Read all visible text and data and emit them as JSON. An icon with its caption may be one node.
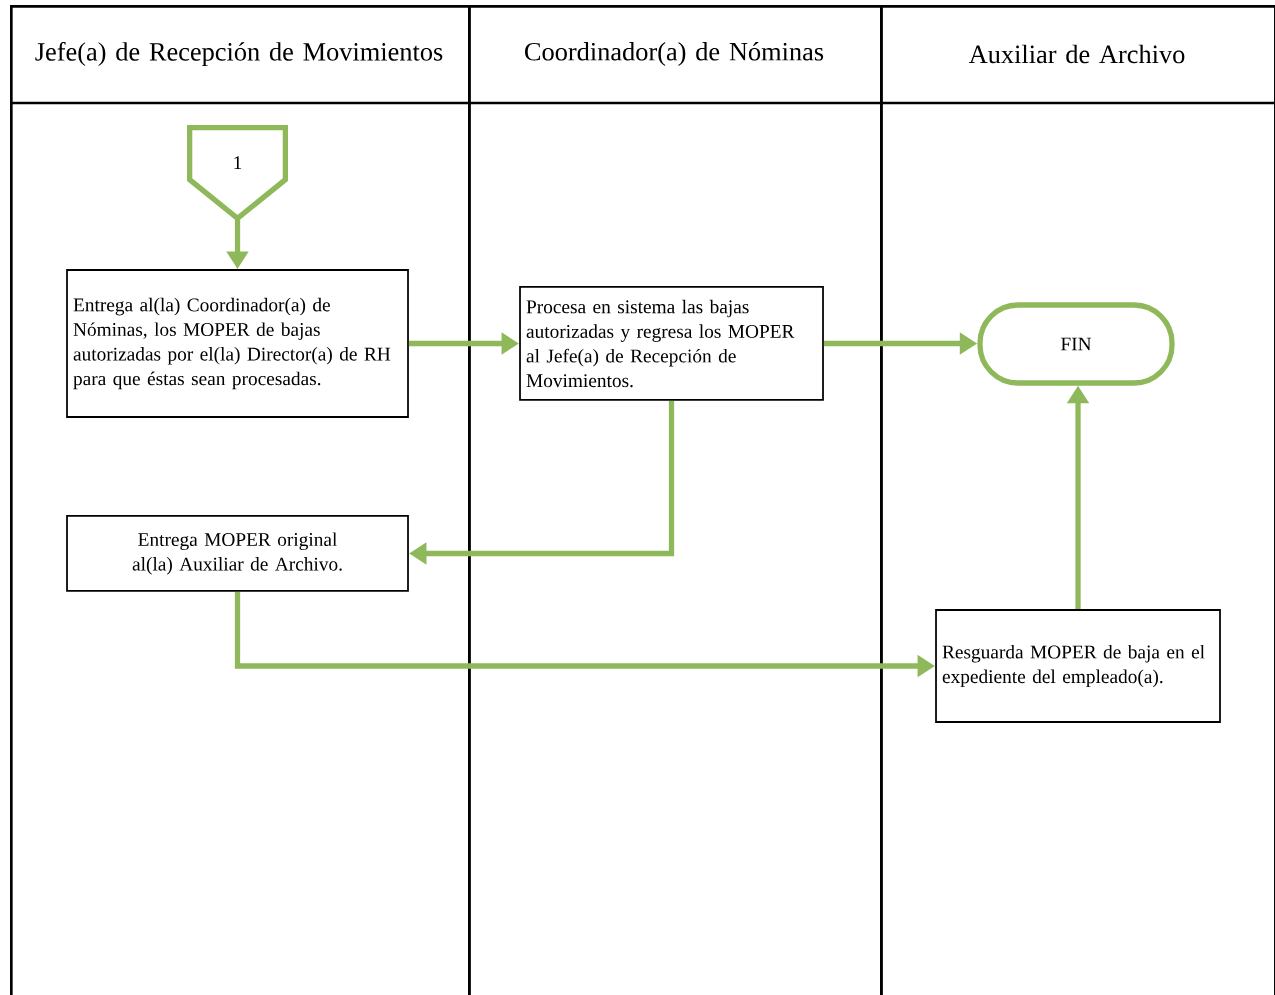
{
  "diagram": {
    "nodes": [
      {
        "text": [
          "Jefe(a) de Recepción de Movimientos"
        ]
      },
      {
        "text": [
          "Coordinador(a) de Nóminas"
        ]
      },
      {
        "text": [
          "Auxiliar de Archivo"
        ]
      },
      {
        "text": [
          "1"
        ],
        "in": 0
      },
      {
        "text": [
          "Entrega al(la) Coordinador(a) de Nóminas, los MOPER de bajas autorizadas por el(la) Director(a) de RH para que éstas sean procesadas."
        ],
        "in": 0
      },
      {
        "text": [
          "Procesa en sistema las bajas autorizadas y regresa los MOPER al Jefe(a) de Recepción de Movimientos."
        ],
        "in": 1
      },
      {
        "text": [
          "FIN"
        ],
        "in": 2
      },
      {
        "text": [
          "Entrega MOPER original al(la) Auxiliar de Archivo."
        ],
        "in": 0
      },
      {
        "text": [
          "Resguarda MOPER de baja en el expediente del empleado(a)."
        ],
        "in": 2
      }
    ],
    "edges": [
      {
        "from": 3,
        "to": 4,
        "arrow": "to"
      },
      {
        "from": 4,
        "to": 5,
        "arrow": "to"
      },
      {
        "from": 5,
        "to": 6,
        "arrow": "to"
      },
      {
        "from": 5,
        "to": 7,
        "arrow": "to"
      },
      {
        "from": 7,
        "to": 8,
        "arrow": "to"
      },
      {
        "from": 8,
        "to": 6,
        "arrow": "to"
      }
    ]
  }
}
